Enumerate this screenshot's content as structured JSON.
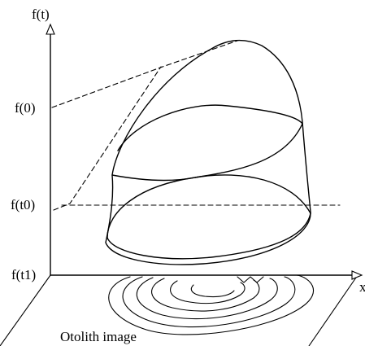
{
  "labels": {
    "y_axis": "f(t)",
    "x_axis": "x",
    "f0": "f(0)",
    "ft0": "f(t0)",
    "ft1": "f(t1)",
    "base_plane": "Otolith image"
  },
  "colors": {
    "ink": "#000000",
    "background": "#ffffff"
  }
}
